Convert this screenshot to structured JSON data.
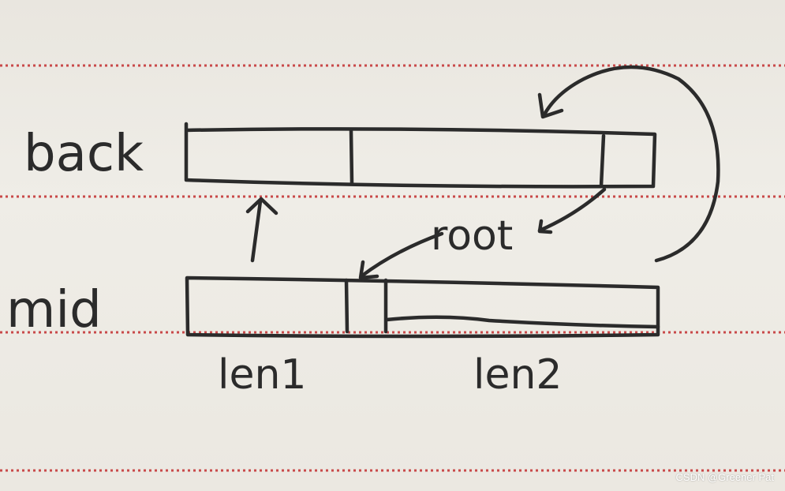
{
  "labels": {
    "back": "back",
    "mid": "mid",
    "len1": "len1",
    "len2": "len2",
    "root": "root"
  },
  "watermark": "CSDN @Greener Pat",
  "colors": {
    "paper": "#ece9e2",
    "rule": "#c94a4a",
    "ink": "#2b2b2b"
  }
}
